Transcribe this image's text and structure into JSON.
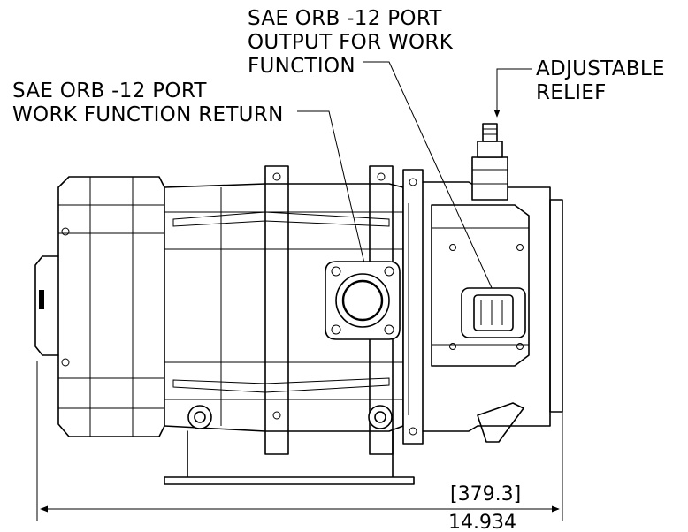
{
  "callouts": {
    "output_port": {
      "line1": "SAE ORB -12 PORT",
      "line2": "OUTPUT FOR WORK",
      "line3": "FUNCTION"
    },
    "return_port": {
      "line1": "SAE ORB -12 PORT",
      "line2": "WORK FUNCTION RETURN"
    },
    "relief": {
      "line1": "ADJUSTABLE",
      "line2": "RELIEF"
    }
  },
  "dimension": {
    "metric": "[379.3]",
    "imperial": "14.934"
  },
  "colors": {
    "line": "#000000",
    "background": "#ffffff"
  }
}
